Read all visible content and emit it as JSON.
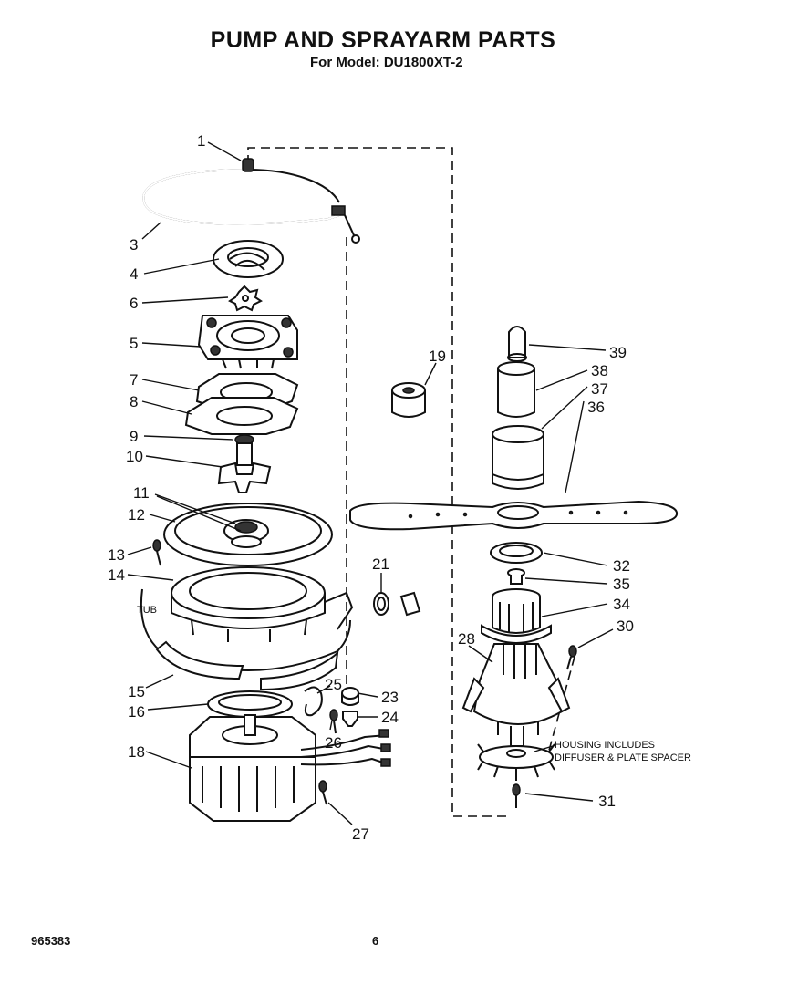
{
  "header": {
    "title": "PUMP AND SPRAYARM PARTS",
    "model": "For Model: DU1800XT-2"
  },
  "labels": {
    "l1": "1",
    "l3": "3",
    "l4": "4",
    "l5": "5",
    "l6": "6",
    "l7": "7",
    "l8": "8",
    "l9": "9",
    "l10": "10",
    "l11": "11",
    "l12": "12",
    "l13": "13",
    "l14": "14",
    "l15": "15",
    "l16": "16",
    "l18": "18",
    "l19": "19",
    "l21": "21",
    "l23": "23",
    "l24": "24",
    "l25": "25",
    "l26": "26",
    "l27": "27",
    "l28": "28",
    "l30": "30",
    "l31": "31",
    "l32": "32",
    "l34": "34",
    "l35": "35",
    "l36": "36",
    "l37": "37",
    "l38": "38",
    "l39": "39",
    "tub": "TUB"
  },
  "notes": {
    "housing_line1": "HOUSING INCLUDES",
    "housing_line2": "DIFFUSER & PLATE SPACER"
  },
  "footer": {
    "doc_number": "965383",
    "page": "6"
  }
}
